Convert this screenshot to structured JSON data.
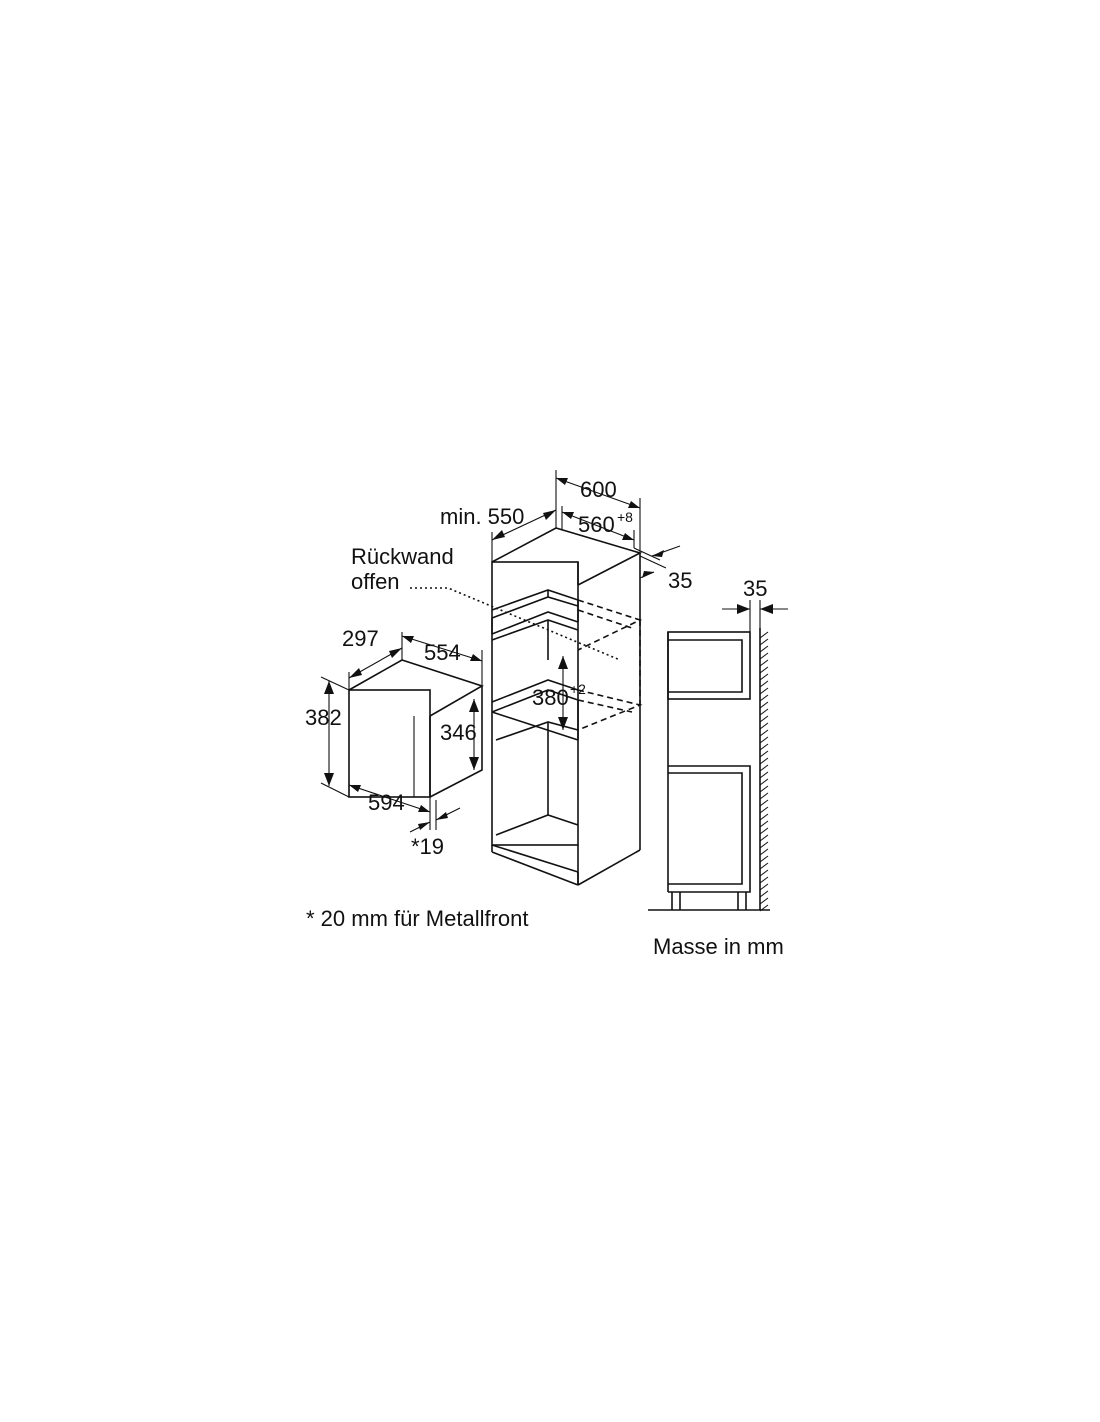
{
  "labels": {
    "depth_min": "min. 550",
    "width_600": "600",
    "width_560": "560",
    "width_560_tol": "+8",
    "gap_35_right": "35",
    "rueckwand_line1": "Rückwand",
    "rueckwand_line2": "offen",
    "depth_297": "297",
    "width_554": "554",
    "height_382": "382",
    "height_346": "346",
    "width_594": "594",
    "front_19": "*19",
    "height_380": "380",
    "height_380_tol": "+2",
    "side_35": "35",
    "footnote": "* 20 mm für Metallfront",
    "units": "Masse in mm"
  }
}
